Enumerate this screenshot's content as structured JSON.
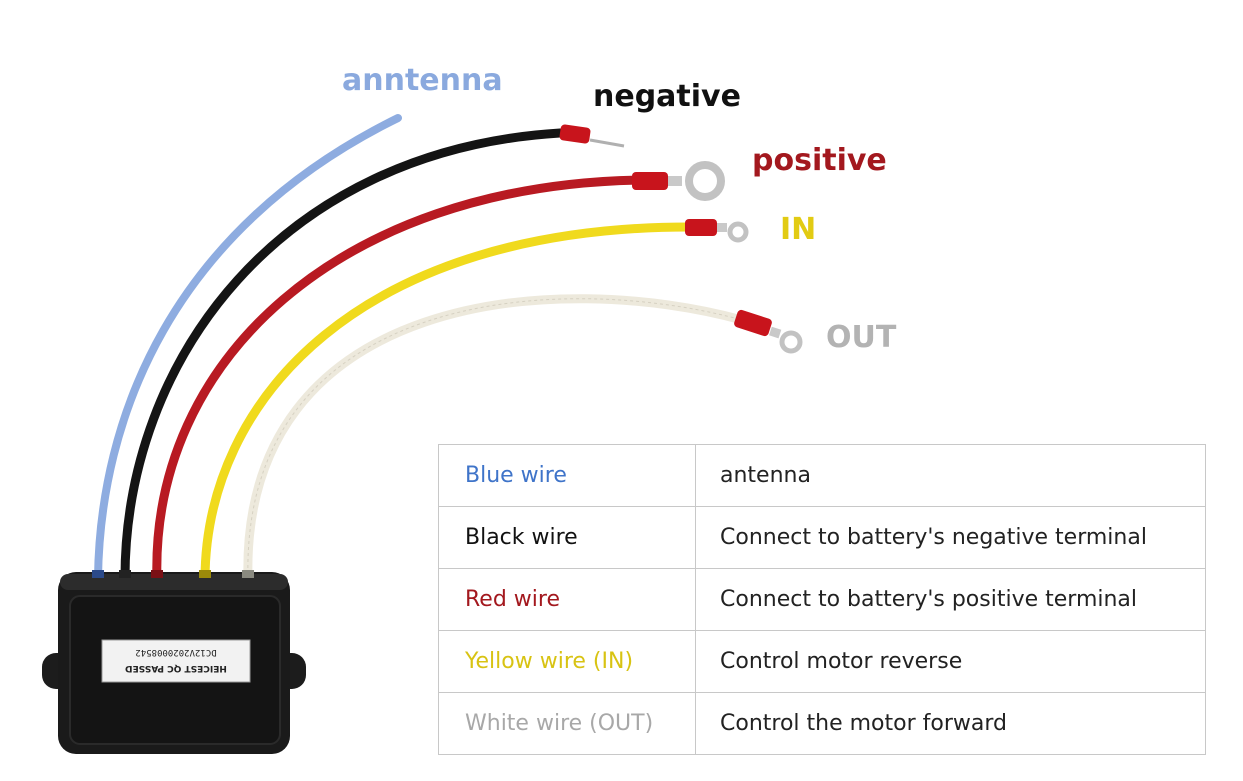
{
  "labels": {
    "antenna": "anntenna",
    "negative": "negative",
    "positive": "positive",
    "in": "IN",
    "out": "OUT"
  },
  "device": {
    "label_line1": "DC12V2020008542",
    "label_line2": "HEICEST QC PASSED"
  },
  "colors": {
    "blue": "#8aa9de",
    "black": "#111111",
    "red": "#a3181e",
    "yellow": "#e2cb13",
    "white": "#b3b3b3",
    "blue_text": "#3f74c9"
  },
  "table": {
    "rows": [
      {
        "wire": "Blue wire",
        "desc": "antenna",
        "color": "#3f74c9"
      },
      {
        "wire": "Black wire",
        "desc": "Connect to battery's negative terminal",
        "color": "#111111"
      },
      {
        "wire": "Red wire",
        "desc": "Connect to battery's positive terminal",
        "color": "#a3181e"
      },
      {
        "wire": "Yellow wire (IN)",
        "desc": "Control motor reverse",
        "color": "#d8c313"
      },
      {
        "wire": "White wire (OUT)",
        "desc": "Control the motor forward",
        "color": "#a8a8a8"
      }
    ]
  }
}
